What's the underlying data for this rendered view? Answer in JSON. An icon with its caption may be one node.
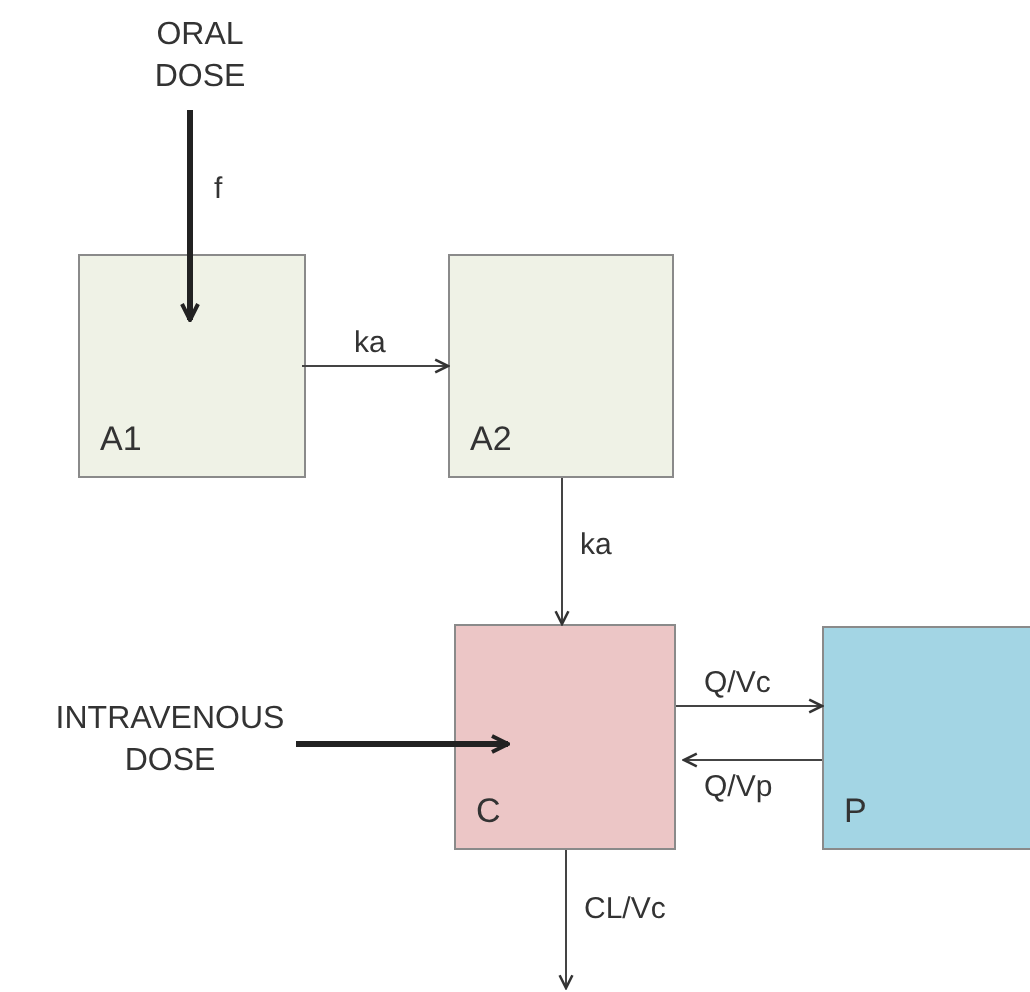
{
  "diagram": {
    "nodes": [
      {
        "text": [
          "ORAL DOSE"
        ]
      },
      {
        "text": [
          "A1"
        ]
      },
      {
        "text": [
          "A2"
        ]
      },
      {
        "text": [
          "INTRAVENOUS DOSE"
        ]
      },
      {
        "text": [
          "C"
        ]
      },
      {
        "text": [
          "P"
        ]
      }
    ],
    "edges": [
      {
        "from": 0,
        "to": 1,
        "arrow": "to",
        "label": "f",
        "style": "thick"
      },
      {
        "from": 1,
        "to": 2,
        "arrow": "to",
        "label": "ka"
      },
      {
        "from": 2,
        "to": 4,
        "arrow": "to",
        "label": "ka"
      },
      {
        "from": 3,
        "to": 4,
        "arrow": "to",
        "style": "thick"
      },
      {
        "from": 4,
        "to": 5,
        "arrow": "to",
        "label": "Q/Vc"
      },
      {
        "from": 5,
        "to": 4,
        "arrow": "to",
        "label": "Q/Vp"
      },
      {
        "from": 4,
        "to": null,
        "arrow": "to",
        "label": "CL/Vc"
      }
    ]
  }
}
